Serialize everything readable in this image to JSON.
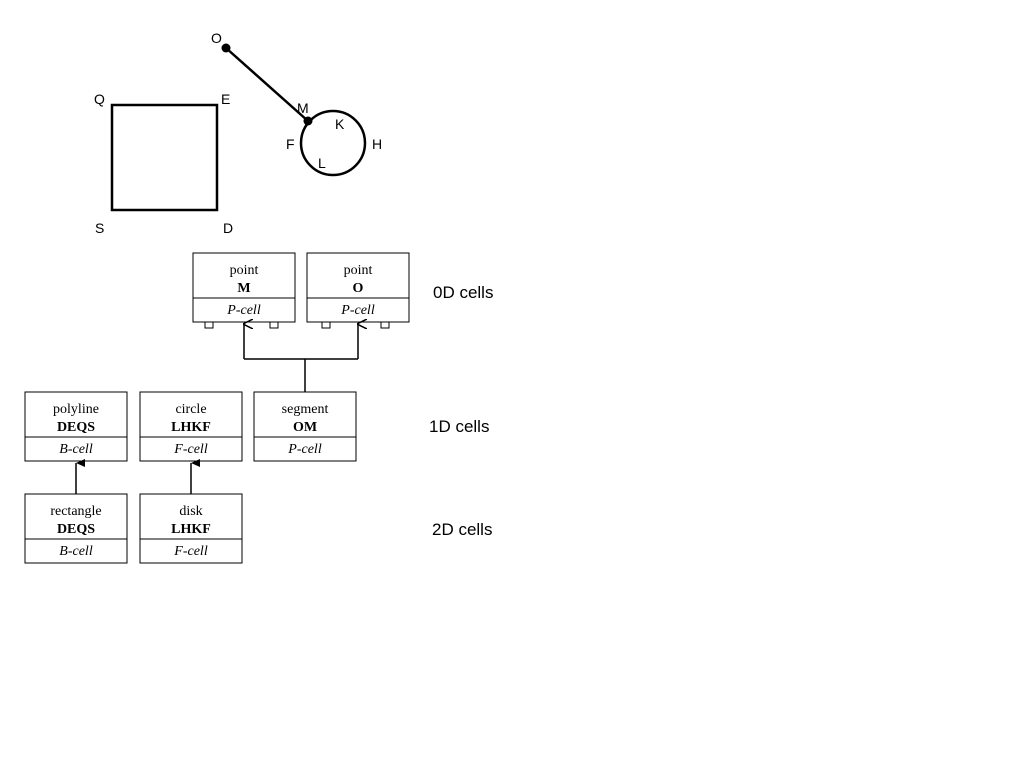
{
  "geometry_labels": {
    "O": "O",
    "M": "M",
    "K": "K",
    "F": "F",
    "H": "H",
    "L": "L",
    "Q": "Q",
    "E": "E",
    "S": "S",
    "D": "D"
  },
  "levels": {
    "zero_d": "0D cells",
    "one_d": "1D cells",
    "two_d": "2D cells"
  },
  "cells": {
    "point_m": {
      "type": "point",
      "name": "M",
      "cell": "P-cell"
    },
    "point_o": {
      "type": "point",
      "name": "O",
      "cell": "P-cell"
    },
    "polyline": {
      "type": "polyline",
      "name": "DEQS",
      "cell": "B-cell"
    },
    "circle": {
      "type": "circle",
      "name": "LHKF",
      "cell": "F-cell"
    },
    "segment": {
      "type": "segment",
      "name": "OM",
      "cell": "P-cell"
    },
    "rectangle": {
      "type": "rectangle",
      "name": "DEQS",
      "cell": "B-cell"
    },
    "disk": {
      "type": "disk",
      "name": "LHKF",
      "cell": "F-cell"
    }
  },
  "colors": {
    "stroke": "#000000",
    "background": "#ffffff"
  }
}
